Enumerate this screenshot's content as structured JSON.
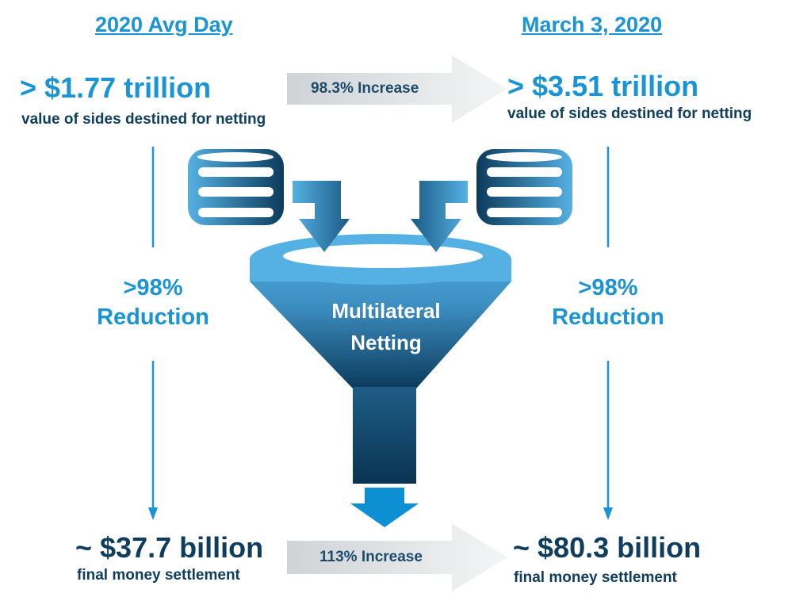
{
  "left": {
    "header": "2020 Avg Day",
    "sides_value": "> $1.77 trillion",
    "sides_caption": "value of sides destined for netting",
    "reduction_pct": ">98%",
    "reduction_label": "Reduction",
    "settlement_value": "~ $37.7 billion",
    "settlement_caption": "final money settlement"
  },
  "right": {
    "header": "March 3, 2020",
    "sides_value": "> $3.51 trillion",
    "sides_caption": "value of sides destined for netting",
    "reduction_pct": ">98%",
    "reduction_label": "Reduction",
    "settlement_value": "~ $80.3 billion",
    "settlement_caption": "final money settlement"
  },
  "top_arrow": "98.3% Increase",
  "bottom_arrow": "113% Increase",
  "funnel": {
    "line1": "Multilateral",
    "line2": "Netting"
  },
  "colors": {
    "accent": "#1a94d4",
    "dark": "#0f3d5e",
    "funnel": "#55b1e3"
  }
}
